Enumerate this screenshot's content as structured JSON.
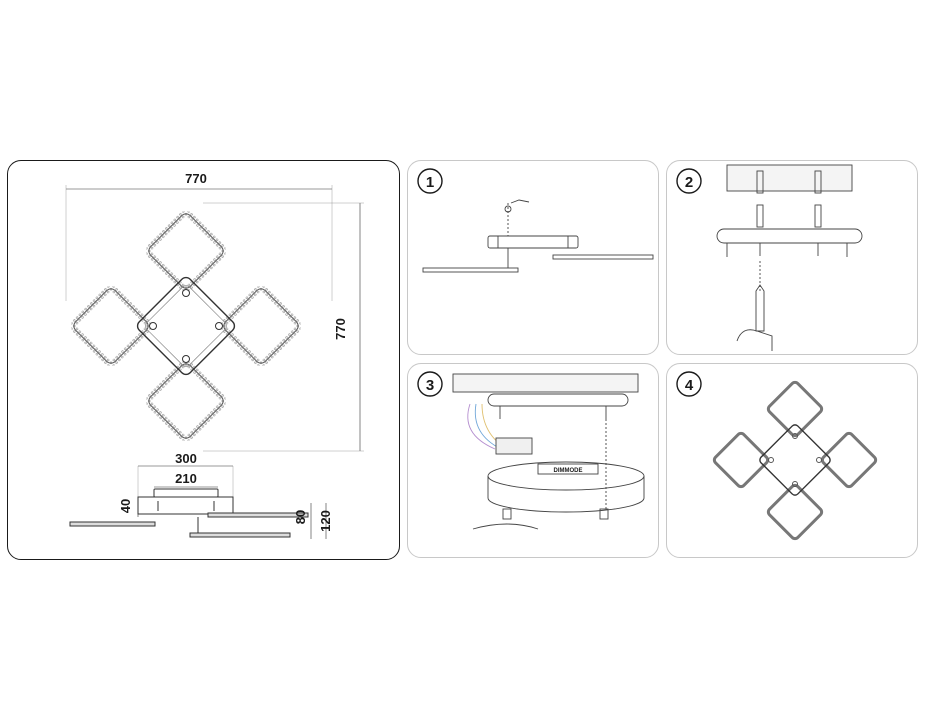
{
  "dimensions": {
    "overall_width": "770",
    "overall_height": "770",
    "base_width": "300",
    "plate_width": "210",
    "base_height": "40",
    "frame_height": "80",
    "total_height": "120"
  },
  "steps": [
    {
      "number": "1"
    },
    {
      "number": "2"
    },
    {
      "number": "3",
      "label": "DIMMODE"
    },
    {
      "number": "4"
    }
  ]
}
